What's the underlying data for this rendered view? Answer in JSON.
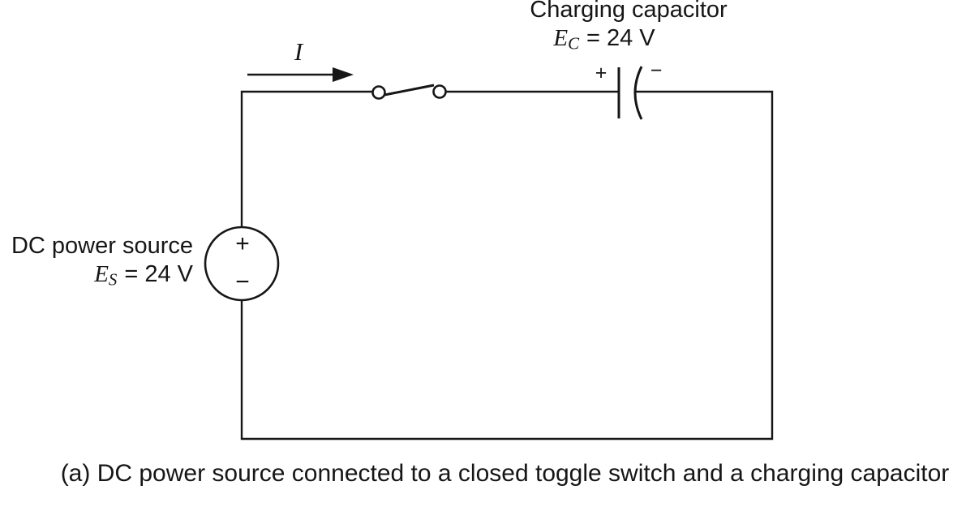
{
  "diagram": {
    "caption": "(a) DC power source connected to a closed toggle switch and a charging capacitor",
    "current": {
      "label": "I"
    },
    "capacitor": {
      "title": "Charging capacitor",
      "voltage": {
        "symbol": "E",
        "subscript": "C",
        "equation": "= 24 V"
      },
      "positive_terminal": "+",
      "negative_terminal": "−"
    },
    "source": {
      "title": "DC power source",
      "voltage": {
        "symbol": "E",
        "subscript": "S",
        "equation": "= 24 V"
      },
      "positive_terminal": "+",
      "negative_terminal": "−"
    },
    "colors": {
      "line": "#161616",
      "background": "#ffffff"
    }
  }
}
